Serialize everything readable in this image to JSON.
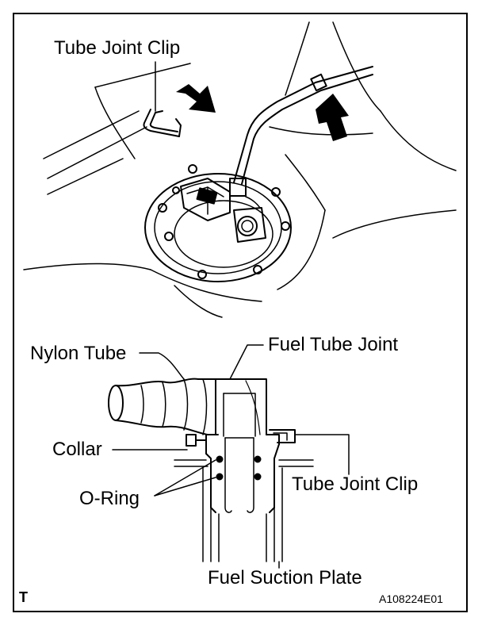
{
  "labels": {
    "top_clip": "Tube Joint Clip",
    "nylon_tube": "Nylon Tube",
    "fuel_tube_joint": "Fuel Tube Joint",
    "collar": "Collar",
    "o_ring": "O-Ring",
    "bottom_clip": "Tube Joint Clip",
    "suction_plate": "Fuel Suction Plate"
  },
  "corner_mark": "T",
  "figure_code": "A108224E01"
}
